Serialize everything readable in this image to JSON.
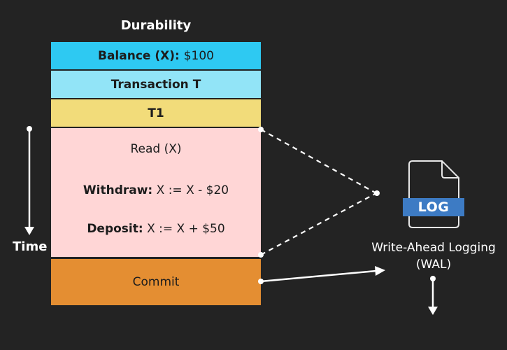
{
  "diagram": {
    "title": "Durability",
    "blocks": {
      "balance_label": "Balance (X):",
      "balance_value": "$100",
      "transaction": "Transaction T",
      "t1": "T1",
      "read": "Read (X)",
      "withdraw_label": "Withdraw:",
      "withdraw_expr": "X := X - $20",
      "deposit_label": "Deposit:",
      "deposit_expr": "X := X + $50",
      "commit": "Commit"
    },
    "time_label": "Time",
    "log": {
      "badge": "LOG",
      "caption_line1": "Write-Ahead Logging",
      "caption_line2": "(WAL)"
    },
    "colors": {
      "background": "#232323",
      "balance": "#2ec9f2",
      "transaction": "#92e4f7",
      "t1": "#f2dc7a",
      "operations": "#ffd6d6",
      "commit": "#e48e32",
      "log_badge": "#3d7bc4"
    }
  }
}
